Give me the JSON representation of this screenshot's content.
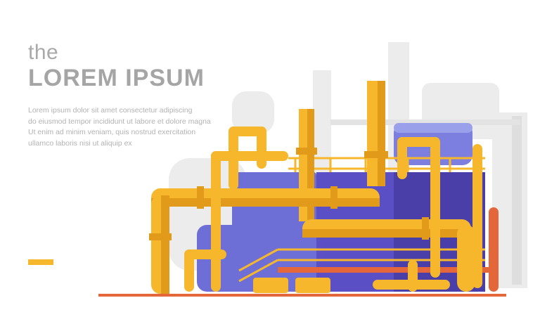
{
  "hero": {
    "title_small": "the",
    "title_big": "LOREM IPSUM",
    "body_lines": [
      "Lorem ipsum dolor sit amet consectetur adipiscing",
      "do eiusmod tempor incididunt ut labore et dolore magna",
      "Ut enim ad minim veniam, quis nostrud exercitation",
      "ullamco laboris nisi ut aliquip ex"
    ]
  },
  "colors": {
    "pipe": "#f6b72c",
    "pipe_dark": "#e29a1b",
    "tank": "#6e6fd6",
    "tank_dark": "#4a3fa8",
    "silhouette": "#ebebeb",
    "accent": "#f6b72c"
  }
}
